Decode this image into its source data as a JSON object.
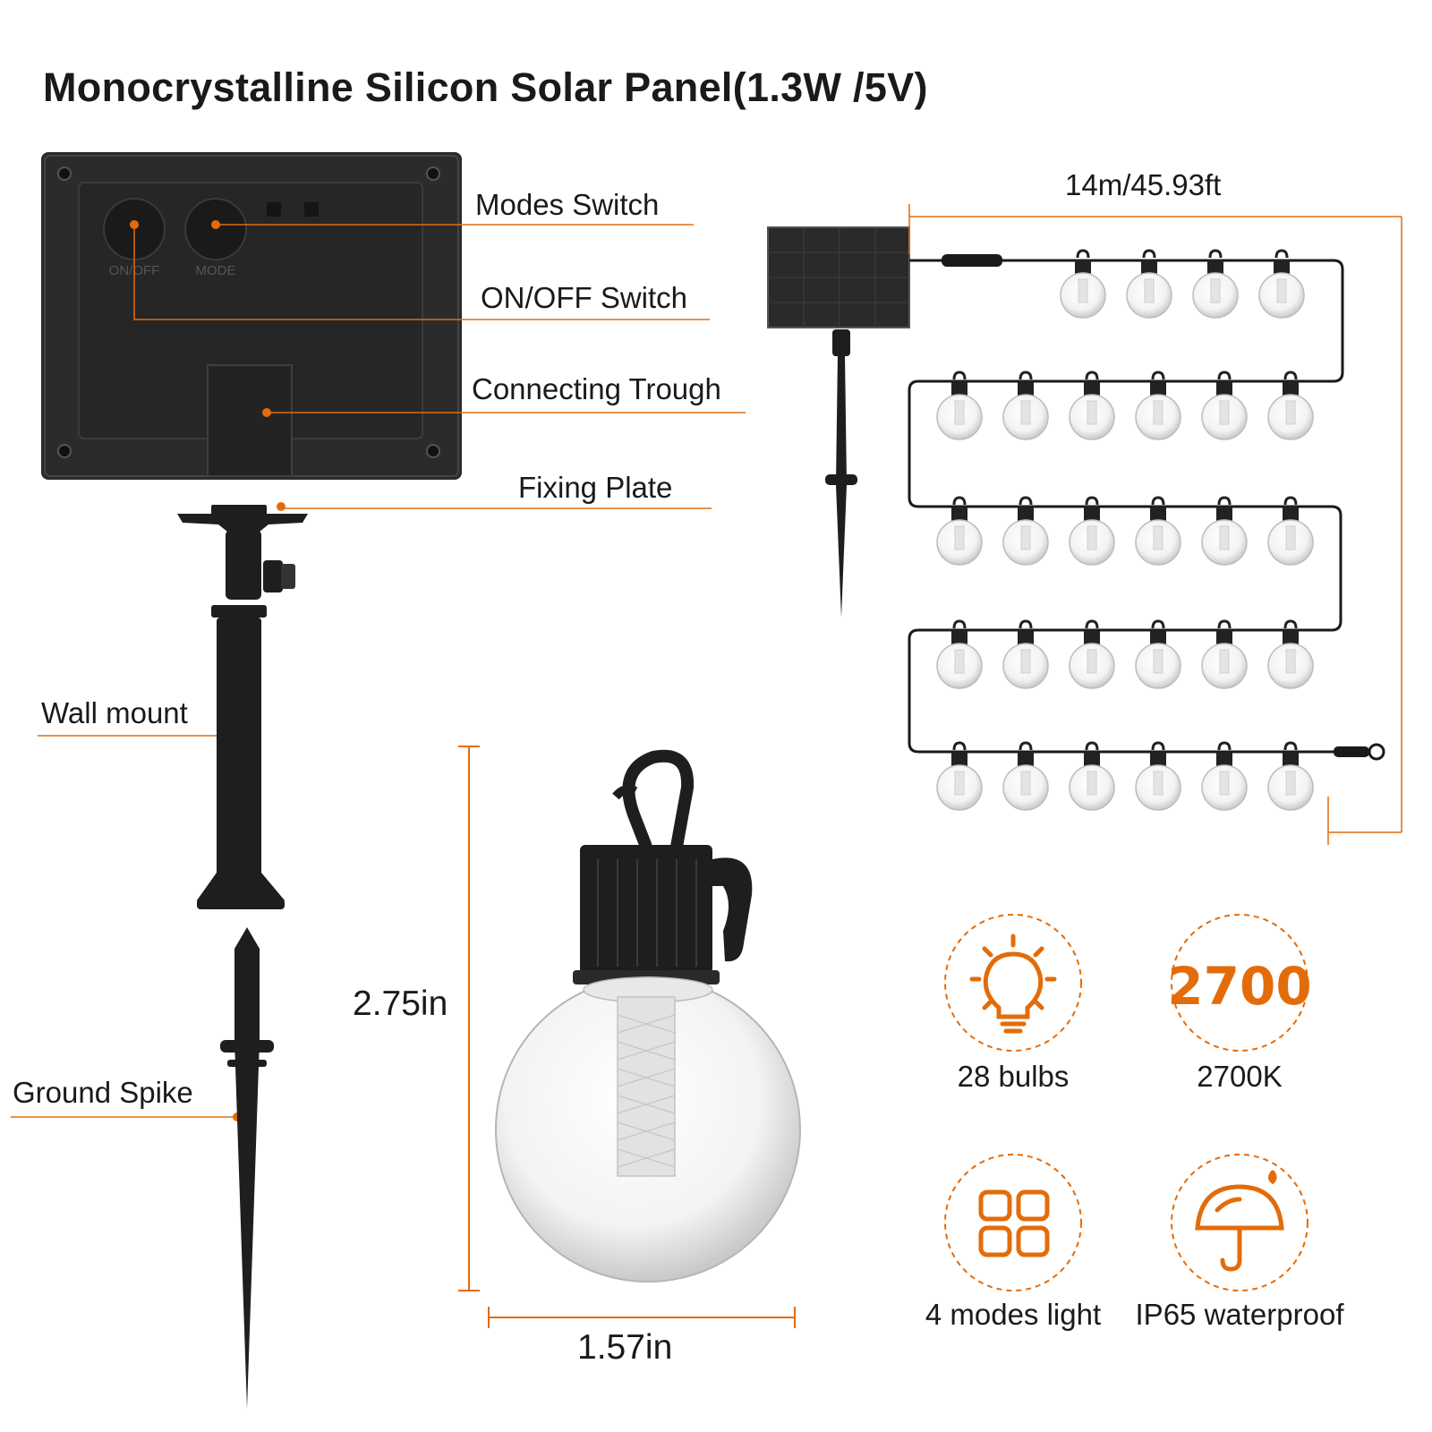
{
  "title": "Monocrystalline Silicon Solar Panel(1.3W /5V)",
  "callouts": {
    "modes_switch": "Modes Switch",
    "on_off_switch": "ON/OFF Switch",
    "connecting_trough": "Connecting Trough",
    "fixing_plate": "Fixing Plate",
    "wall_mount": "Wall mount",
    "ground_spike": "Ground Spike"
  },
  "panel_buttons": {
    "on_off": "ON/OFF",
    "mode": "MODE"
  },
  "string_length": "14m/45.93ft",
  "bulb_dimensions": {
    "height": "2.75in",
    "width": "1.57in"
  },
  "features": [
    {
      "icon": "lightbulb-icon",
      "caption": "28 bulbs"
    },
    {
      "icon": "color-temperature-icon",
      "value": "2700",
      "caption": "2700K"
    },
    {
      "icon": "modes-grid-icon",
      "caption": "4 modes light"
    },
    {
      "icon": "umbrella-icon",
      "caption": "IP65 waterproof"
    }
  ],
  "colors": {
    "accent": "#e36c0a",
    "panel": "#2b2b2b",
    "text": "#1a1a1a"
  }
}
